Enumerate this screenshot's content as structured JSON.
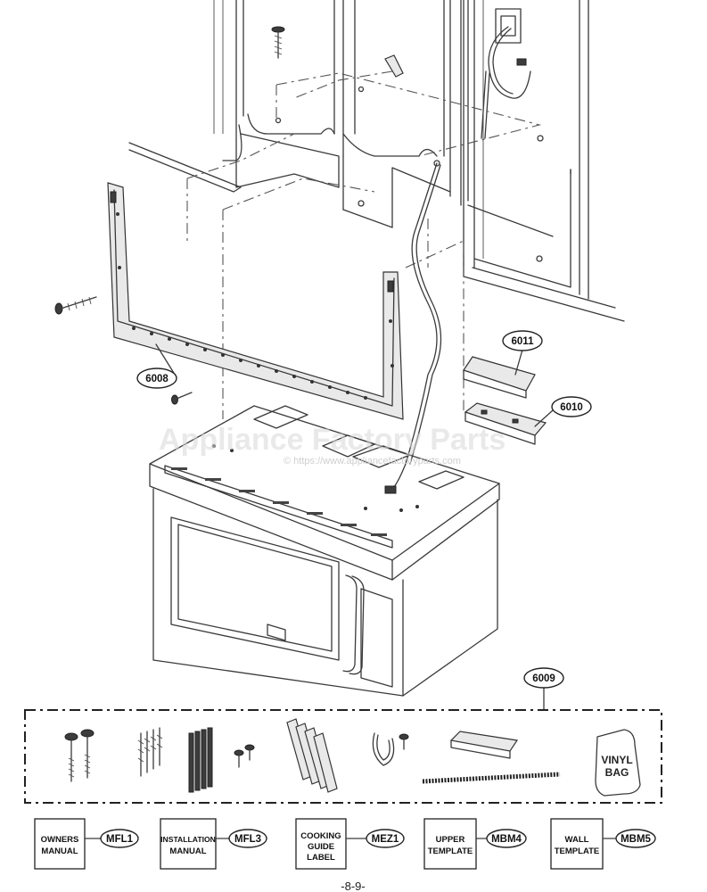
{
  "watermark": {
    "title": "Appliance Factory Parts",
    "url": "© https://www.appliancefactoryparts.com"
  },
  "callouts": {
    "bracket": "6008",
    "kit": "6009",
    "cover": "6010",
    "plate": "6011"
  },
  "vinyl_bag": {
    "line1": "VINYL",
    "line2": "BAG"
  },
  "documents": [
    {
      "lines": [
        "OWNERS",
        "MANUAL"
      ],
      "code": "MFL1"
    },
    {
      "lines": [
        "INSTALLATION",
        "MANUAL"
      ],
      "code": "MFL3"
    },
    {
      "lines": [
        "COOKING",
        "GUIDE",
        "LABEL"
      ],
      "code": "MEZ1"
    },
    {
      "lines": [
        "UPPER",
        "TEMPLATE"
      ],
      "code": "MBM4"
    },
    {
      "lines": [
        "WALL",
        "TEMPLATE"
      ],
      "code": "MBM5"
    }
  ],
  "page_number": "-8-9-"
}
